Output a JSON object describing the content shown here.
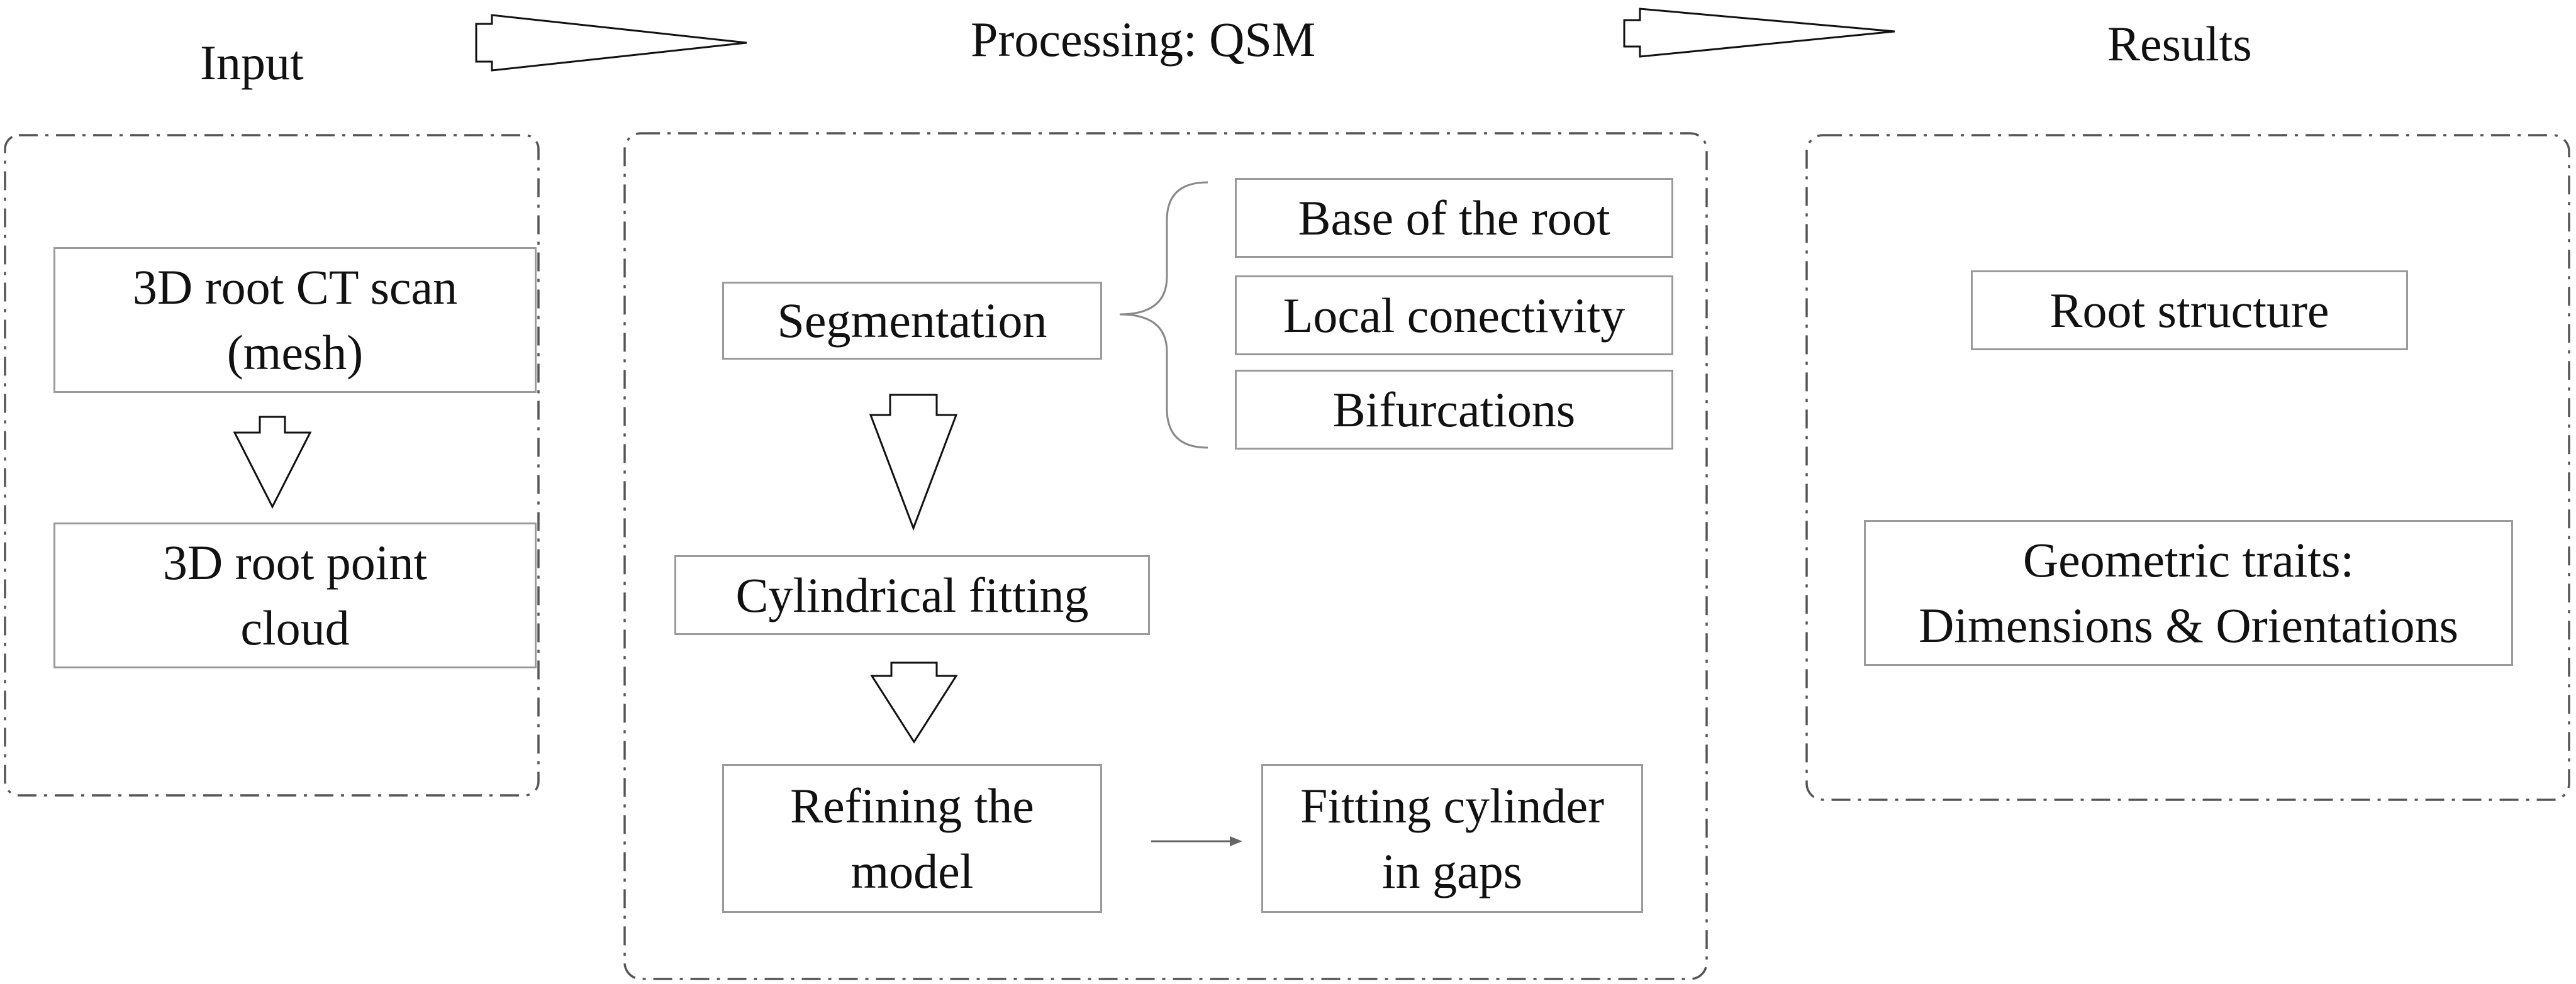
{
  "headers": {
    "input": "Input",
    "processing": "Processing: QSM",
    "results": "Results"
  },
  "input_panel": {
    "ct_scan": "3D root CT scan\n(mesh)",
    "point_cloud": "3D root point\ncloud"
  },
  "processing_panel": {
    "segmentation": "Segmentation",
    "segmentation_outputs": [
      "Base of the root",
      "Local conectivity",
      "Bifurcations"
    ],
    "cylindrical_fitting": "Cylindrical fitting",
    "refining": "Refining the\nmodel",
    "fitting_gaps": "Fitting cylinder\nin gaps"
  },
  "results_panel": {
    "root_structure": "Root structure",
    "geometric_traits": "Geometric traits:\nDimensions & Orientations"
  },
  "colors": {
    "panel_border": "#555555",
    "box_border": "#9a9a9a",
    "arrow_stroke": "#111111",
    "text": "#111111"
  }
}
